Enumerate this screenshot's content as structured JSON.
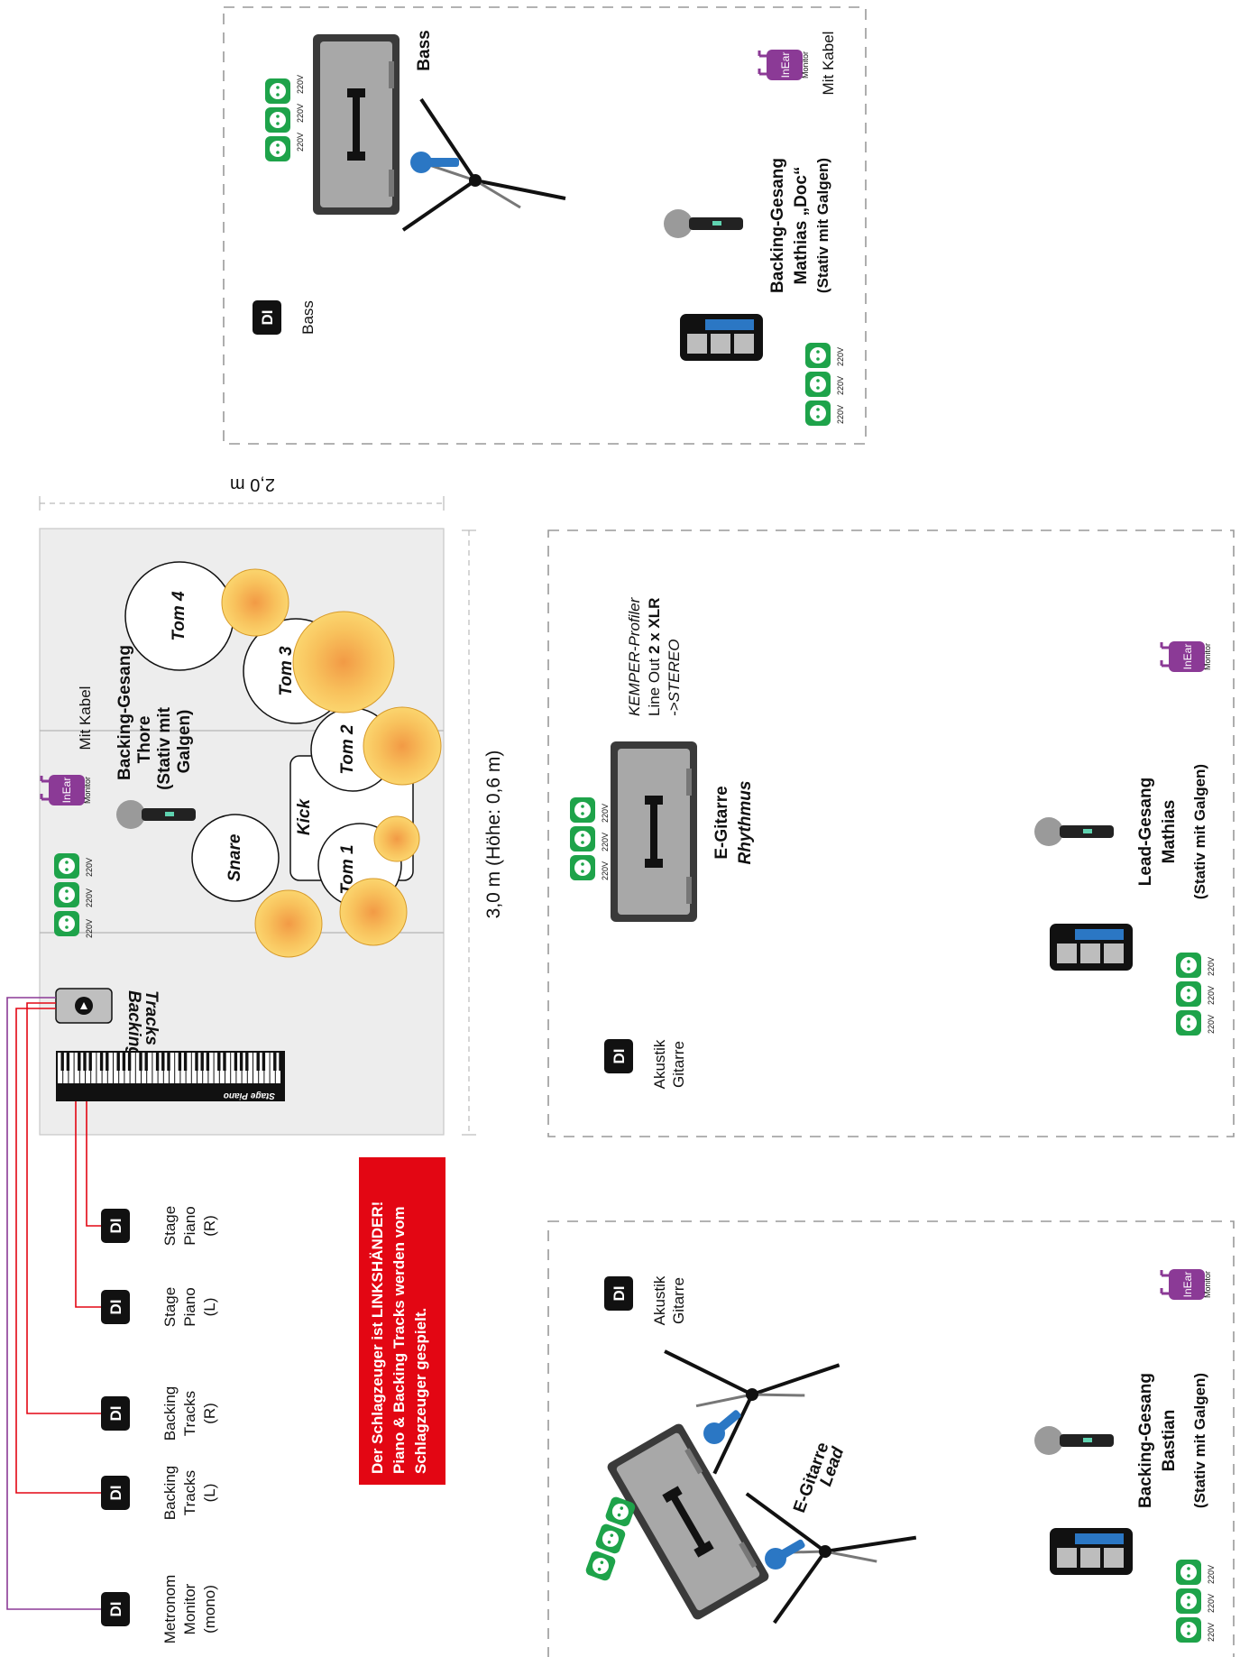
{
  "di_label": "DI",
  "inear": {
    "badge": "InEar",
    "sub": "Monitor"
  },
  "power_label": "220V",
  "color": {
    "purple": "#8b3a96",
    "green": "#1ea34a",
    "red": "#e30613",
    "drum_gray": "#ededed",
    "mic_blue": "#2b77c4"
  },
  "bass_zone": {
    "instrument_label": "Bass",
    "di_caption": "Bass",
    "inear_caption": "Mit Kabel",
    "singer_title": "Backing-Gesang",
    "singer_name": "Mathias „Doc“",
    "singer_stand": "(Stativ mit Galgen)"
  },
  "dimension_depth": "2,0 m",
  "dimension_width": "3,0 m (Höhe: 0,6 m)",
  "drums": {
    "inear_caption": "Mit Kabel",
    "singer_title": "Backing-Gesang",
    "singer_name": "Thore",
    "singer_stand_1": "(Stativ mit",
    "singer_stand_2": "Galgen)",
    "backing_tracks_1": "Backing",
    "backing_tracks_2": "Tracks",
    "piano_label": "Stage Piano",
    "tom4": "Tom 4",
    "tom3": "Tom 3",
    "tom2": "Tom 2",
    "tom1": "Tom 1",
    "kick": "Kick",
    "snare": "Snare"
  },
  "di_boxes": [
    {
      "lines": [
        "Metronom",
        "Monitor",
        "(mono)"
      ]
    },
    {
      "lines": [
        "Backing",
        "Tracks",
        "(L)"
      ]
    },
    {
      "lines": [
        "Backing",
        "Tracks",
        "(R)"
      ]
    },
    {
      "lines": [
        "Stage",
        "Piano",
        "(L)"
      ]
    },
    {
      "lines": [
        "Stage",
        "Piano",
        "(R)"
      ]
    }
  ],
  "warning": {
    "line1": "Der Schlagzeuger ist LINKSHÄNDER!",
    "line2": "Piano & Backing Tracks werden vom",
    "line3": "Schlagzeuger gespielt."
  },
  "rhythm_zone": {
    "kemper_1": "KEMPER-Profiler",
    "kemper_2a": "Line Out ",
    "kemper_2b": "2 x XLR",
    "kemper_3": "->STEREO",
    "amp_title": "E-Gitarre",
    "amp_sub": "Rhythmus",
    "di_caption_1": "Akustik",
    "di_caption_2": "Gitarre",
    "singer_title": "Lead-Gesang",
    "singer_name": "Mathias",
    "singer_stand": "(Stativ mit Galgen)"
  },
  "lead_zone": {
    "di_caption_1": "Akustik",
    "di_caption_2": "Gitarre",
    "amp_title": "E-Gitarre",
    "amp_sub": "Lead",
    "singer_title": "Backing-Gesang",
    "singer_name": "Bastian",
    "singer_stand": "(Stativ mit Galgen)"
  }
}
